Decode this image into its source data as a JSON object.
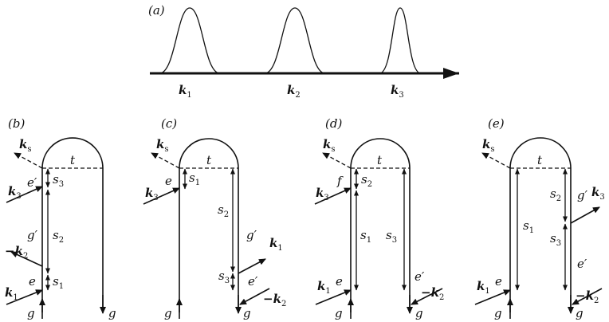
{
  "panel_a": {
    "label": "(a)",
    "pulses": [
      "k1",
      "k2",
      "k3"
    ],
    "pulse_labels": [
      {
        "main": "k",
        "sub": "1"
      },
      {
        "main": "k",
        "sub": "2"
      },
      {
        "main": "k",
        "sub": "3"
      }
    ]
  },
  "panels": [
    {
      "label": "(b)",
      "top_time": "t",
      "signal": {
        "main": "k",
        "sub": "s"
      },
      "left_states": [
        {
          "text": "e",
          "prime": true
        },
        {
          "text": "g",
          "prime": true
        },
        {
          "text": "e",
          "prime": false
        }
      ],
      "left_ground": "g",
      "right_ground": "g",
      "intervals": [
        {
          "main": "s",
          "sub": "3"
        },
        {
          "main": "s",
          "sub": "2"
        },
        {
          "main": "s",
          "sub": "1"
        }
      ],
      "pulses": [
        {
          "main": "k",
          "sub": "3",
          "sign": ""
        },
        {
          "main": "k",
          "sub": "2",
          "sign": "−"
        },
        {
          "main": "k",
          "sub": "1",
          "sign": ""
        }
      ]
    },
    {
      "label": "(c)",
      "top_time": "t",
      "signal": {
        "main": "k",
        "sub": "s"
      },
      "left_states": [
        {
          "text": "e",
          "prime": false
        }
      ],
      "right_states": [
        {
          "text": "g",
          "prime": true
        },
        {
          "text": "e",
          "prime": true
        }
      ],
      "left_ground": "g",
      "right_ground": "g",
      "intervals": [
        {
          "main": "s",
          "sub": "1"
        },
        {
          "main": "s",
          "sub": "2"
        },
        {
          "main": "s",
          "sub": "3"
        }
      ],
      "pulses": [
        {
          "main": "k",
          "sub": "3",
          "sign": ""
        },
        {
          "main": "k",
          "sub": "1",
          "sign": ""
        },
        {
          "main": "k",
          "sub": "2",
          "sign": "−"
        }
      ]
    },
    {
      "label": "(d)",
      "top_time": "t",
      "signal": {
        "main": "k",
        "sub": "s"
      },
      "left_states": [
        {
          "text": "f",
          "prime": false
        },
        {
          "text": "e",
          "prime": false
        }
      ],
      "right_states": [
        {
          "text": "e",
          "prime": true
        }
      ],
      "left_ground": "g",
      "right_ground": "g",
      "intervals": [
        {
          "main": "s",
          "sub": "2"
        },
        {
          "main": "s",
          "sub": "1"
        },
        {
          "main": "s",
          "sub": "3"
        }
      ],
      "pulses": [
        {
          "main": "k",
          "sub": "3",
          "sign": ""
        },
        {
          "main": "k",
          "sub": "1",
          "sign": ""
        },
        {
          "main": "k",
          "sub": "2",
          "sign": "−"
        }
      ]
    },
    {
      "label": "(e)",
      "top_time": "t",
      "signal": {
        "main": "k",
        "sub": "s"
      },
      "left_states": [
        {
          "text": "e",
          "prime": false
        }
      ],
      "right_states": [
        {
          "text": "g",
          "prime": true
        },
        {
          "text": "e",
          "prime": true
        }
      ],
      "left_ground": "g",
      "right_ground": "g",
      "intervals": [
        {
          "main": "s",
          "sub": "1"
        },
        {
          "main": "s",
          "sub": "2"
        },
        {
          "main": "s",
          "sub": "3"
        }
      ],
      "pulses": [
        {
          "main": "k",
          "sub": "3",
          "sign": ""
        },
        {
          "main": "k",
          "sub": "1",
          "sign": ""
        },
        {
          "main": "k",
          "sub": "2",
          "sign": "−"
        }
      ]
    }
  ]
}
